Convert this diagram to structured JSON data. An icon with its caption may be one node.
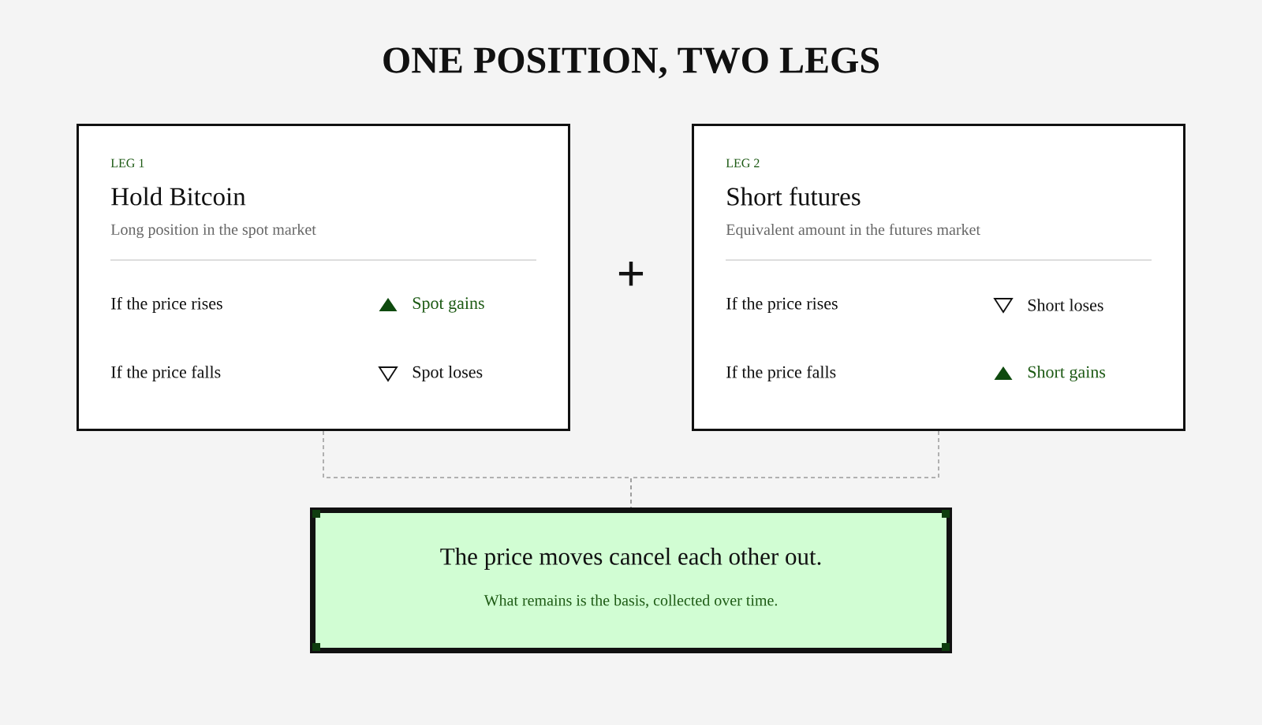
{
  "diagram": {
    "title": "ONE POSITION, TWO LEGS",
    "nodes": [
      {
        "text": [
          "LEG 1",
          "Hold Bitcoin",
          "Long position in the spot market",
          "If the price rises",
          "Spot gains",
          "If the price falls",
          "Spot loses"
        ]
      },
      {
        "text": [
          "LEG 2",
          "Short futures",
          "Equivalent amount in the futures market",
          "If the price rises",
          "Short loses",
          "If the price falls",
          "Short gains"
        ]
      },
      {
        "text": [
          "The price moves cancel each other out.",
          "What remains is the basis, collected over time."
        ]
      }
    ],
    "edges": [
      {
        "from": 0,
        "to": 2,
        "arrow": "none",
        "style": "dashed"
      },
      {
        "from": 1,
        "to": 2,
        "arrow": "none",
        "style": "dashed"
      }
    ],
    "labels": [
      "+"
    ]
  }
}
